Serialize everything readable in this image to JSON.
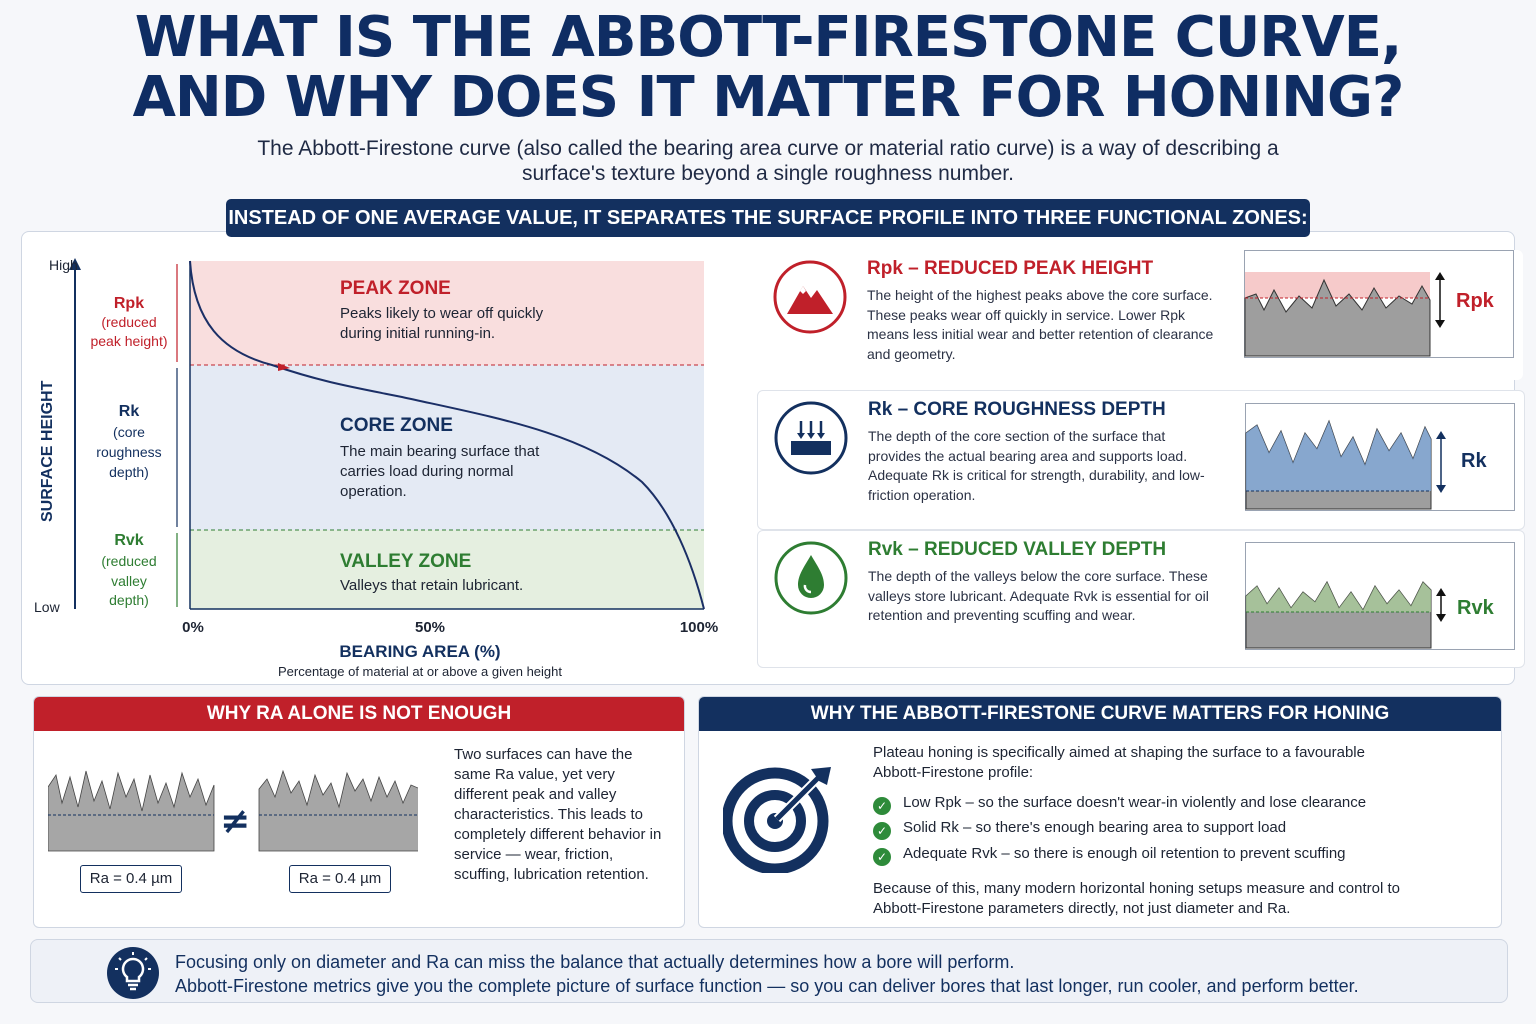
{
  "header": {
    "title_line1": "WHAT IS THE ABBOTT-FIRESTONE CURVE,",
    "title_line2": "AND WHY DOES IT MATTER FOR HONING?",
    "subtitle_line1": "The Abbott-Firestone curve (also called the bearing area curve or material ratio curve) is a way of describing a",
    "subtitle_line2": "surface's texture beyond a single roughness number.",
    "banner": "INSTEAD OF ONE AVERAGE VALUE, IT SEPARATES THE SURFACE PROFILE INTO THREE FUNCTIONAL ZONES:"
  },
  "diagram": {
    "y_axis_label": "SURFACE HEIGHT",
    "y_high": "High",
    "y_low": "Low",
    "x_axis_label": "BEARING AREA (%)",
    "x_axis_sublabel": "Percentage of material at or above a given height",
    "x_ticks": [
      "0%",
      "50%",
      "100%"
    ],
    "side_labels": {
      "rpk": [
        "Rpk",
        "(reduced",
        "peak height)"
      ],
      "rk": [
        "Rk",
        "(core",
        "roughness",
        "depth)"
      ],
      "rvk": [
        "Rvk",
        "(reduced",
        "valley",
        "depth)"
      ]
    },
    "zones": {
      "peak": {
        "title": "PEAK ZONE",
        "desc_lines": [
          "Peaks likely to wear off quickly",
          "during initial running-in."
        ]
      },
      "core": {
        "title": "CORE ZONE",
        "desc_lines": [
          "The main bearing surface that",
          "carries load during normal",
          "operation."
        ]
      },
      "valley": {
        "title": "VALLEY ZONE",
        "desc_lines": [
          "Valleys that retain lubricant."
        ]
      }
    },
    "colors": {
      "peak": "#c0202a",
      "core": "#13305f",
      "valley": "#2e7d32",
      "curve": "#1b2f66"
    }
  },
  "cards": [
    {
      "title": "Rpk – REDUCED PEAK HEIGHT",
      "desc": "The height of the highest peaks above the core surface. These peaks wear off quickly in service. Lower Rpk means less initial wear and better retention of clearance and geometry.",
      "thumb_label": "Rpk",
      "icon": "mountain-peak-icon",
      "color": "#c0202a"
    },
    {
      "title": "Rk – CORE ROUGHNESS DEPTH",
      "desc": "The depth of the core section of the surface that provides the actual bearing area and supports load. Adequate Rk is critical for strength, durability, and low-friction operation.",
      "thumb_label": "Rk",
      "icon": "pressure-block-icon",
      "color": "#13305f"
    },
    {
      "title": "Rvk – REDUCED VALLEY DEPTH",
      "desc": "The depth of the valleys below the core surface. These valleys store lubricant. Adequate Rvk is essential for oil retention and preventing scuffing and wear.",
      "thumb_label": "Rvk",
      "icon": "oil-drop-icon",
      "color": "#2e7d32"
    }
  ],
  "ra_box": {
    "heading": "WHY RA ALONE IS NOT ENOUGH",
    "label_left": "Ra = 0.4 µm",
    "label_right": "Ra = 0.4 µm",
    "not_equal": "≠",
    "text": "Two surfaces can have the same Ra value, yet very different peak and valley characteristics. This leads to completely different behavior in service — wear, friction, scuffing, lubrication retention."
  },
  "honing_box": {
    "heading": "WHY THE ABBOTT-FIRESTONE CURVE MATTERS FOR HONING",
    "intro": "Plateau honing is specifically aimed at shaping the surface to a favourable Abbott-Firestone profile:",
    "checks": [
      "Low Rpk – so the surface doesn't wear-in violently and lose clearance",
      "Solid Rk – so there's enough bearing area to support load",
      "Adequate Rvk – so there is enough oil retention to prevent scuffing"
    ],
    "outro": "Because of this, many modern horizontal honing setups measure and control to Abbott-Firestone parameters directly, not just diameter and Ra."
  },
  "footer": {
    "line1": "Focusing only on diameter and Ra can miss the balance that actually determines how a bore will perform.",
    "line2": "Abbott-Firestone metrics give you the complete picture of surface function — so you can deliver bores that last longer, run cooler, and perform better."
  }
}
